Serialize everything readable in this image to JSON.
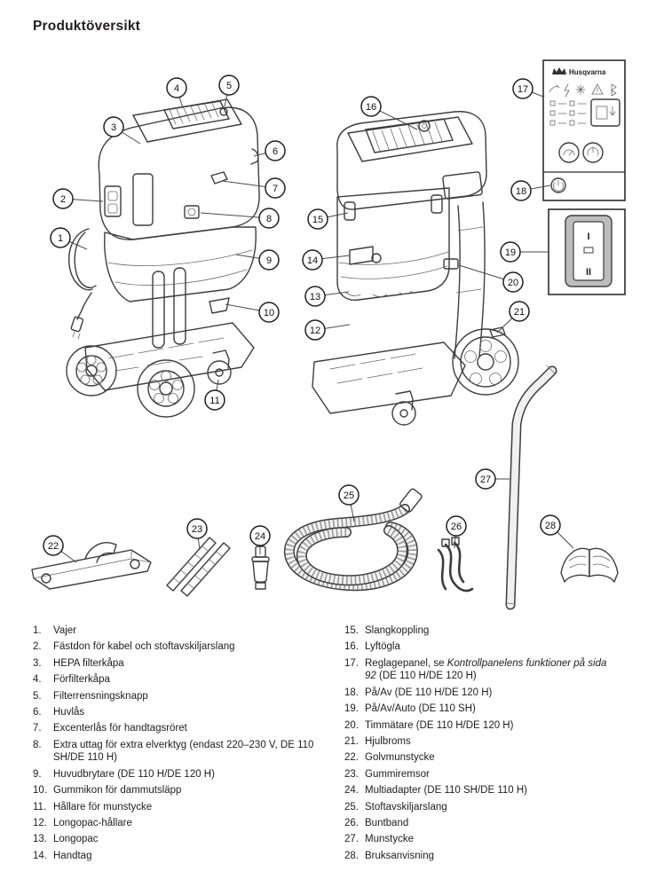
{
  "page": {
    "title": "Produktöversikt"
  },
  "callouts": [
    "1",
    "2",
    "3",
    "4",
    "5",
    "6",
    "7",
    "8",
    "9",
    "10",
    "11",
    "12",
    "13",
    "14",
    "15",
    "16",
    "17",
    "18",
    "19",
    "20",
    "21",
    "22",
    "23",
    "24",
    "25",
    "26",
    "27",
    "28"
  ],
  "detail_panel": {
    "brand": "Husqvarna"
  },
  "detail_switch": {
    "pos1": "I",
    "pos2": "II"
  },
  "list": {
    "left": [
      {
        "num": "1.",
        "text": "Vajer"
      },
      {
        "num": "2.",
        "text": "Fästdon för kabel och stoftavskiljarslang"
      },
      {
        "num": "3.",
        "text": "HEPA filterkåpa"
      },
      {
        "num": "4.",
        "text": "Förfilterkåpa"
      },
      {
        "num": "5.",
        "text": "Filterrensningsknapp"
      },
      {
        "num": "6.",
        "text": "Huvlås"
      },
      {
        "num": "7.",
        "text": "Excenterlås för handtagsröret"
      },
      {
        "num": "8.",
        "text": "Extra uttag för extra elverktyg (endast 220–230 V, DE 110 SH/DE 110 H)"
      },
      {
        "num": "9.",
        "text": "Huvudbrytare (DE 110 H/DE 120 H)"
      },
      {
        "num": "10.",
        "text": "Gummikon för dammutsläpp"
      },
      {
        "num": "11.",
        "text": "Hållare för munstycke"
      },
      {
        "num": "12.",
        "text": "Longopac-hållare"
      },
      {
        "num": "13.",
        "text": "Longopac"
      },
      {
        "num": "14.",
        "text": "Handtag"
      }
    ],
    "right": [
      {
        "num": "15.",
        "text": "Slangkoppling"
      },
      {
        "num": "16.",
        "text": "Lyftögla"
      },
      {
        "num": "17.",
        "prefix": "Reglagepanel, se ",
        "italic": "Kontrollpanelens funktioner på sida 92",
        "suffix": " (DE 110 H/DE 120 H)"
      },
      {
        "num": "18.",
        "text": "På/Av (DE 110 H/DE 120 H)"
      },
      {
        "num": "19.",
        "text": "På/Av/Auto (DE 110 SH)"
      },
      {
        "num": "20.",
        "text": "Timmätare (DE 110 H/DE 120 H)"
      },
      {
        "num": "21.",
        "text": "Hjulbroms"
      },
      {
        "num": "22.",
        "text": "Golvmunstycke"
      },
      {
        "num": "23.",
        "text": "Gummiremsor"
      },
      {
        "num": "24.",
        "text": "Multiadapter (DE 110 SH/DE 110 H)"
      },
      {
        "num": "25.",
        "text": "Stoftavskiljarslang"
      },
      {
        "num": "26.",
        "text": "Buntband"
      },
      {
        "num": "27.",
        "text": "Munstycke"
      },
      {
        "num": "28.",
        "text": "Bruksanvisning"
      }
    ]
  }
}
